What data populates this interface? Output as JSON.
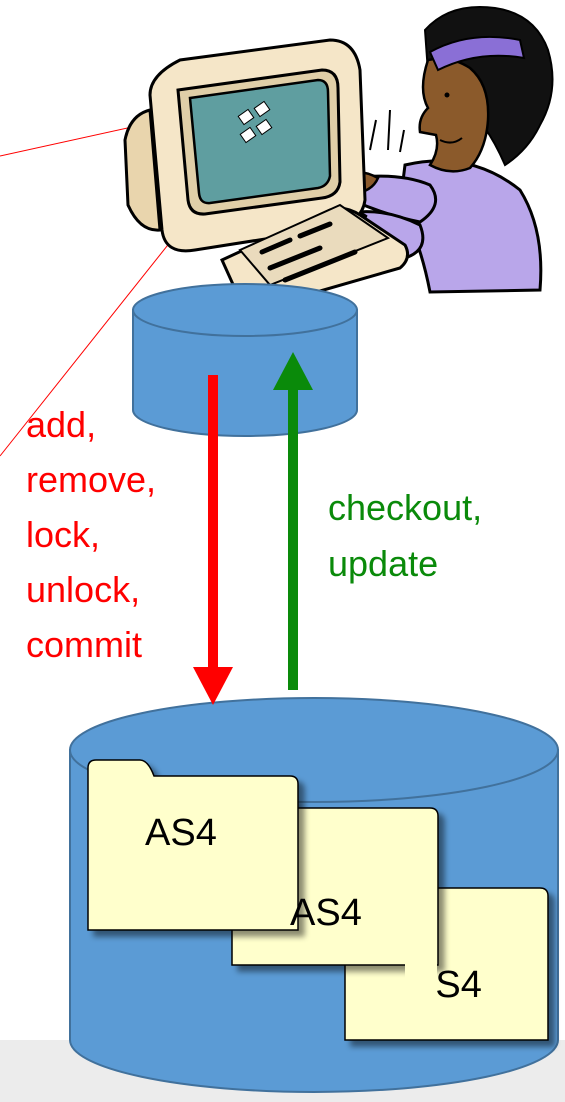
{
  "colors": {
    "cylinder_fill": "#5b9bd5",
    "cylinder_stroke": "#41719c",
    "arrow_red": "#ff0000",
    "arrow_green": "#0a8a0a",
    "folder_fill": "#ffffcc",
    "folder_stroke": "#000000",
    "bottom_strip": "#ececec",
    "screen": "#5f9ea0",
    "monitor_body": "#f5e6c8",
    "person_sweater": "#b9a6ea",
    "person_skin": "#8b5a2b",
    "headband": "#8a6fd6"
  },
  "operations": {
    "lines": [
      "add,",
      "remove,",
      "lock,",
      "unlock,",
      "commit"
    ]
  },
  "client_operations": {
    "lines": [
      "checkout,",
      "update"
    ]
  },
  "repository": {
    "folders": [
      {
        "label": "AS4"
      },
      {
        "label": "AS4"
      },
      {
        "label": "AS4"
      }
    ]
  },
  "icons": {
    "computer_user": "person-at-computer-icon",
    "local_copy": "database-cylinder-icon",
    "repository": "database-cylinder-icon"
  }
}
